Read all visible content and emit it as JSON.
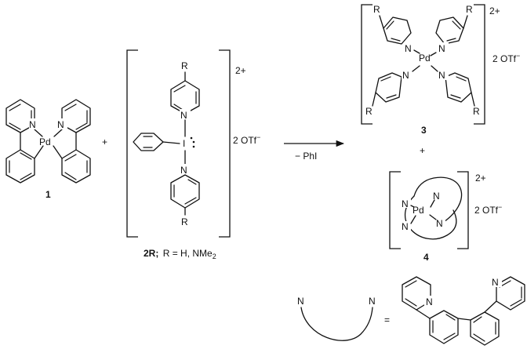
{
  "atoms": {
    "pd": "Pd",
    "n": "N",
    "r": "R",
    "i": "I",
    "lone_pair_dots": ":"
  },
  "compounds": {
    "c1": "1",
    "c2r_bold": "2R;",
    "c2r_rest": "R = H, NMe",
    "c2r_sub": "2",
    "c3": "3",
    "c4": "4"
  },
  "charges": {
    "c2r": "2+",
    "c3": "2+",
    "c4": "2+"
  },
  "counterions": {
    "c2r": "2 OTf",
    "c3": "2 OTf",
    "c4": "2 OTf",
    "superscript": "−"
  },
  "operators": {
    "plus_reagents": "+",
    "plus_products": "+",
    "equals": "="
  },
  "arrow": {
    "byproduct": "− PhI"
  },
  "colors": {
    "ink": "#111111",
    "background": "#ffffff"
  }
}
